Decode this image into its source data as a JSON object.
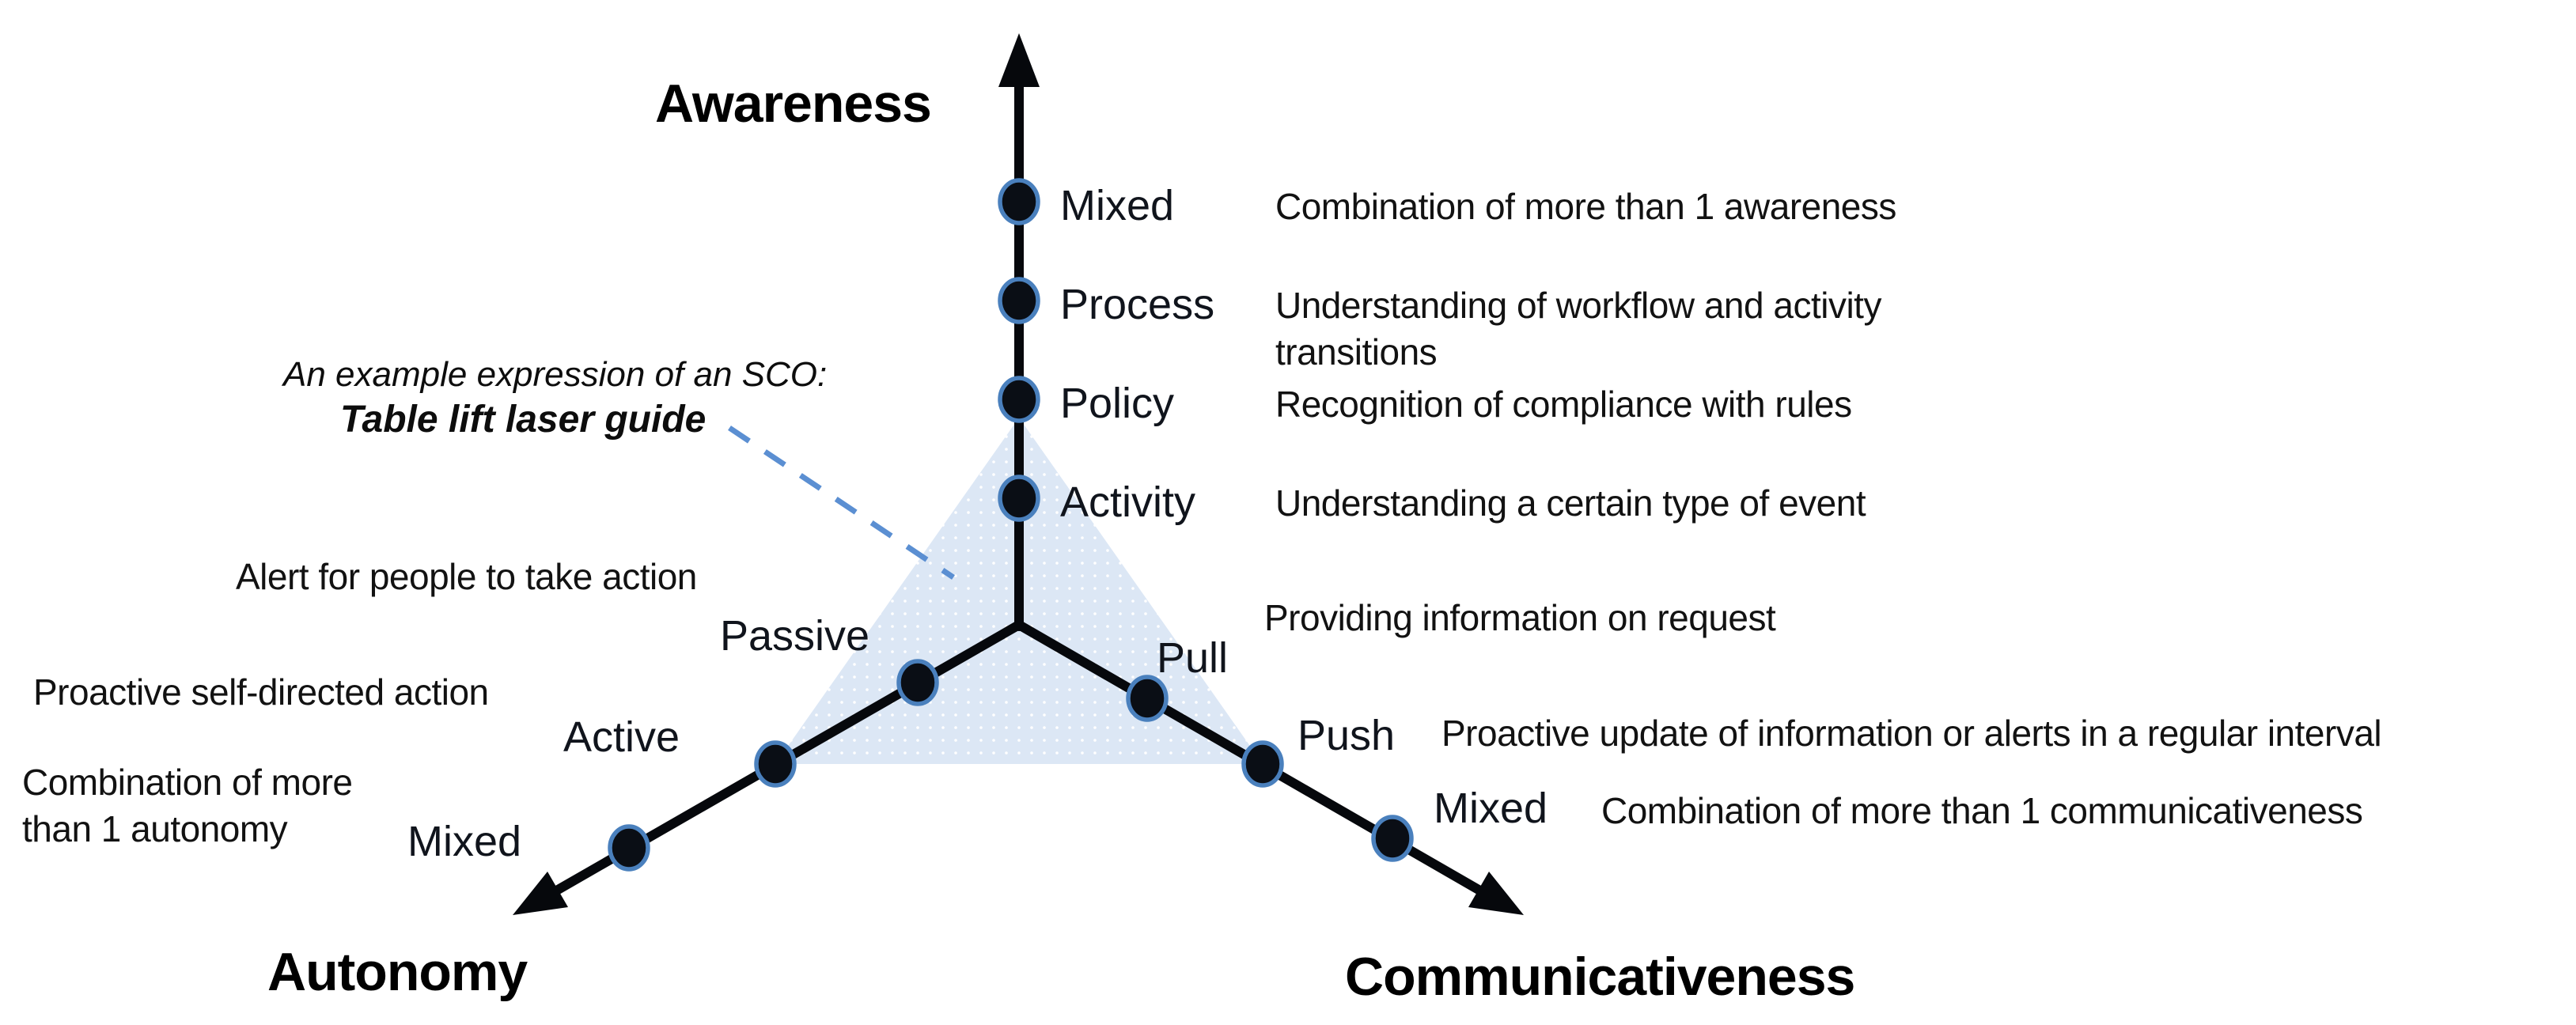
{
  "annotation": {
    "line1": "An example expression of an SCO:",
    "line2": "Table lift laser guide"
  },
  "axes": {
    "awareness": {
      "title": "Awareness",
      "items": [
        {
          "label": "Mixed",
          "description": "Combination of more than 1 awareness"
        },
        {
          "label": "Process",
          "description": "Understanding of workflow and activity\ntransitions"
        },
        {
          "label": "Policy",
          "description": "Recognition of compliance with rules"
        },
        {
          "label": "Activity",
          "description": "Understanding a certain type of event"
        }
      ]
    },
    "autonomy": {
      "title": "Autonomy",
      "items": [
        {
          "label": "Passive",
          "description": "Alert for people to take action"
        },
        {
          "label": "Active",
          "description": "Proactive self-directed action"
        },
        {
          "label": "Mixed",
          "description": "Combination of more\nthan 1 autonomy"
        }
      ]
    },
    "communicativeness": {
      "title": "Communicativeness",
      "items": [
        {
          "label": "Pull",
          "description": "Providing information on request"
        },
        {
          "label": "Push",
          "description": "Proactive update of information or alerts in a regular interval"
        },
        {
          "label": "Mixed",
          "description": "Combination of more than 1 communicativeness"
        }
      ]
    }
  },
  "colors": {
    "axis": "#06080c",
    "dot_fill": "#0a0e15",
    "dot_stroke": "#4a80bd",
    "triangle_fill": "#dce7f5",
    "dashed_line": "#5b8fd2",
    "text": "#000000"
  }
}
